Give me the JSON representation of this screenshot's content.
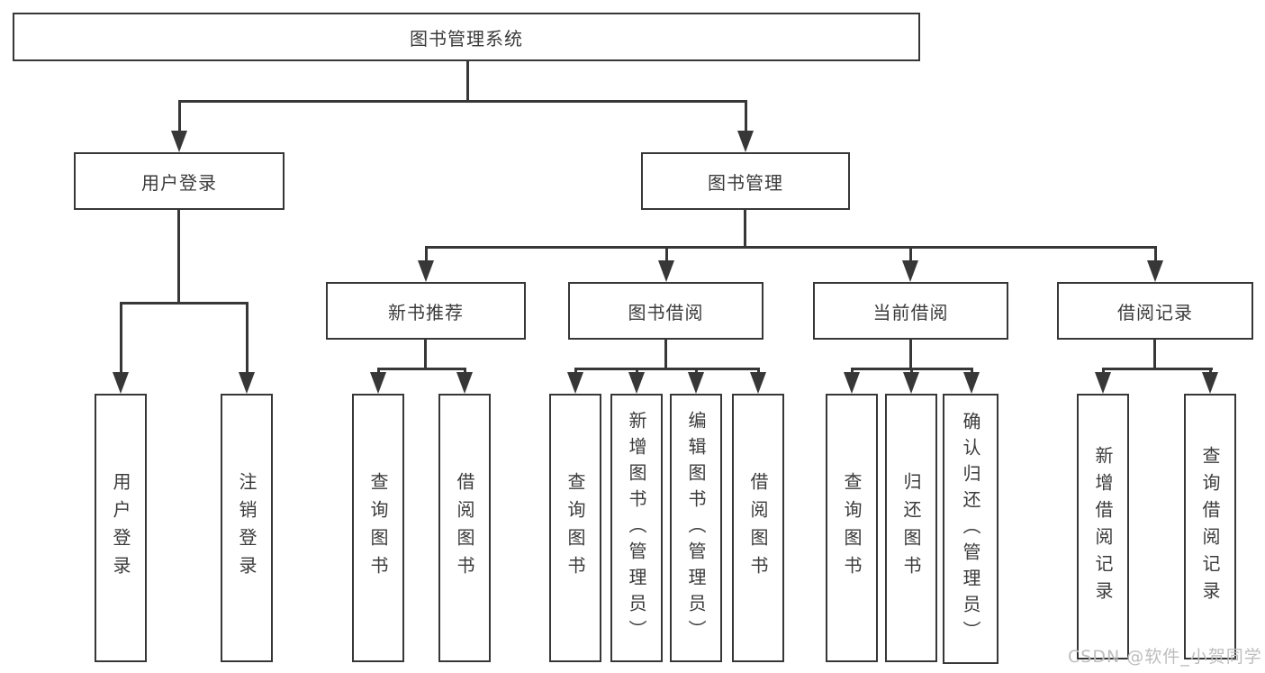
{
  "diagram": {
    "root": {
      "label": "图书管理系统"
    },
    "login": {
      "label": "用户登录",
      "children": [
        {
          "label": "用户登录"
        },
        {
          "label": "注销登录"
        }
      ]
    },
    "manage": {
      "label": "图书管理",
      "groups": [
        {
          "label": "新书推荐",
          "children": [
            {
              "label": "查询图书"
            },
            {
              "label": "借阅图书"
            }
          ]
        },
        {
          "label": "图书借阅",
          "children": [
            {
              "label": "查询图书"
            },
            {
              "label": "新增图书（管理员）"
            },
            {
              "label": "编辑图书（管理员）"
            },
            {
              "label": "借阅图书"
            }
          ]
        },
        {
          "label": "当前借阅",
          "children": [
            {
              "label": "查询图书"
            },
            {
              "label": "归还图书"
            },
            {
              "label": "确认归还（管理员）"
            }
          ]
        },
        {
          "label": "借阅记录",
          "children": [
            {
              "label": "新增借阅记录"
            },
            {
              "label": "查询借阅记录"
            }
          ]
        }
      ]
    }
  },
  "watermark": "CSDN @软件_小贺同学",
  "colors": {
    "line": "#373737",
    "text": "#3b3b3b",
    "watermark": "#bdbdbd",
    "background": "#ffffff"
  }
}
